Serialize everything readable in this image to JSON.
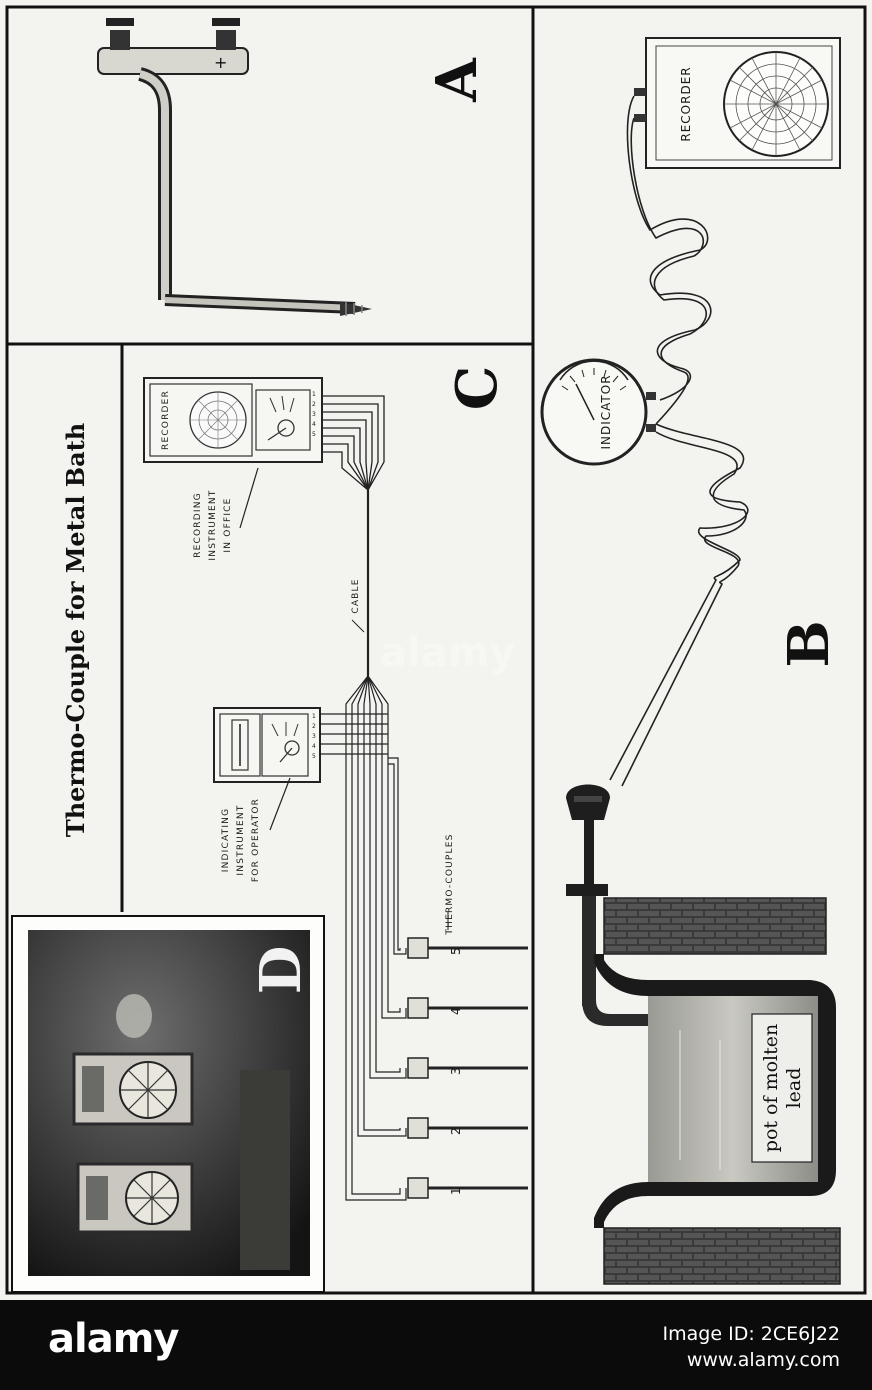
{
  "title": "Thermo-Couple for Metal Bath",
  "panels": {
    "a": {
      "letter": "A"
    },
    "b": {
      "letter": "B",
      "recorder_label": "RECORDER",
      "indicator_label": "INDICATOR",
      "pot_label_line1": "pot of molten",
      "pot_label_line2": "lead"
    },
    "c": {
      "letter": "C",
      "recording_l1": "RECORDING",
      "recording_l2": "INSTRUMENT",
      "recording_l3": "IN OFFICE",
      "cable_label": "CABLE",
      "indicating_l1": "INDICATING",
      "indicating_l2": "INSTRUMENT",
      "indicating_l3": "FOR OPERATOR",
      "thermocouples_label": "THERMO-COUPLES",
      "recorder_label": "RECORDER",
      "tc_numbers": [
        "1",
        "2",
        "3",
        "4",
        "5"
      ],
      "terminal_numbers": [
        "1",
        "2",
        "3",
        "4",
        "5"
      ]
    },
    "d": {
      "letter": "D"
    }
  },
  "watermark": {
    "brand": "alamy",
    "image_id": "Image ID: 2CE6J22",
    "site": "www.alamy.com"
  }
}
